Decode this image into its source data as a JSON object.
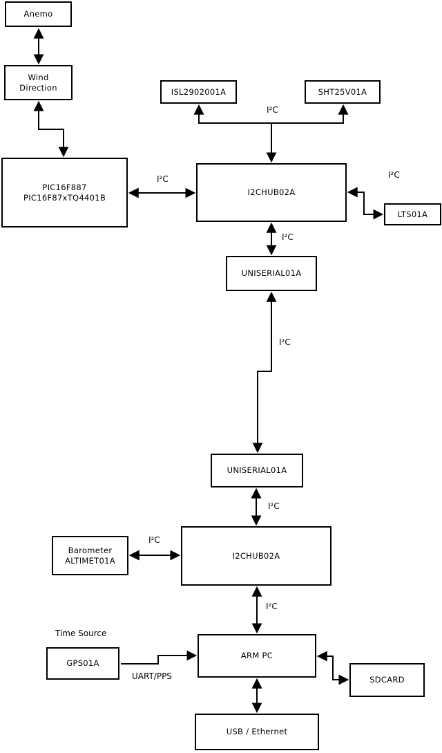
{
  "diagram": {
    "background_color": "#ffffff",
    "line_color": "#000000",
    "nodes": {
      "anemo": {
        "lines": [
          "Anemo"
        ]
      },
      "wind": {
        "lines": [
          "Wind",
          "Direction"
        ]
      },
      "pic": {
        "lines": [
          "PIC16F887",
          "PIC16F87xTQ4401B"
        ]
      },
      "isl": {
        "lines": [
          "ISL2902001A"
        ]
      },
      "sht": {
        "lines": [
          "SHT25V01A"
        ]
      },
      "hub1": {
        "lines": [
          "I2CHUB02A"
        ]
      },
      "lts": {
        "lines": [
          "LTS01A"
        ]
      },
      "uniserial1": {
        "lines": [
          "UNISERIAL01A"
        ]
      },
      "uniserial2": {
        "lines": [
          "UNISERIAL01A"
        ]
      },
      "hub2": {
        "lines": [
          "I2CHUB02A"
        ]
      },
      "barometer": {
        "lines": [
          "Barometer",
          "ALTIMET01A"
        ]
      },
      "gps": {
        "lines": [
          "GPS01A"
        ]
      },
      "armpc": {
        "lines": [
          "ARM PC"
        ]
      },
      "sdcard": {
        "lines": [
          "SDCARD"
        ]
      },
      "usb": {
        "lines": [
          "USB / Ethernet"
        ]
      }
    },
    "edge_labels": {
      "i2c_sensors": "I²C",
      "i2c_pic_hub": "I²C",
      "i2c_hub_lts": "I²C",
      "i2c_hub_uni": "I²C",
      "i2c_uni_uni": "I²C",
      "i2c_uni_hub2": "I²C",
      "i2c_baro_hub2": "I²C",
      "i2c_hub2_arm": "I²C",
      "time_source": "Time Source",
      "uart_pps": "UART/PPS"
    }
  }
}
